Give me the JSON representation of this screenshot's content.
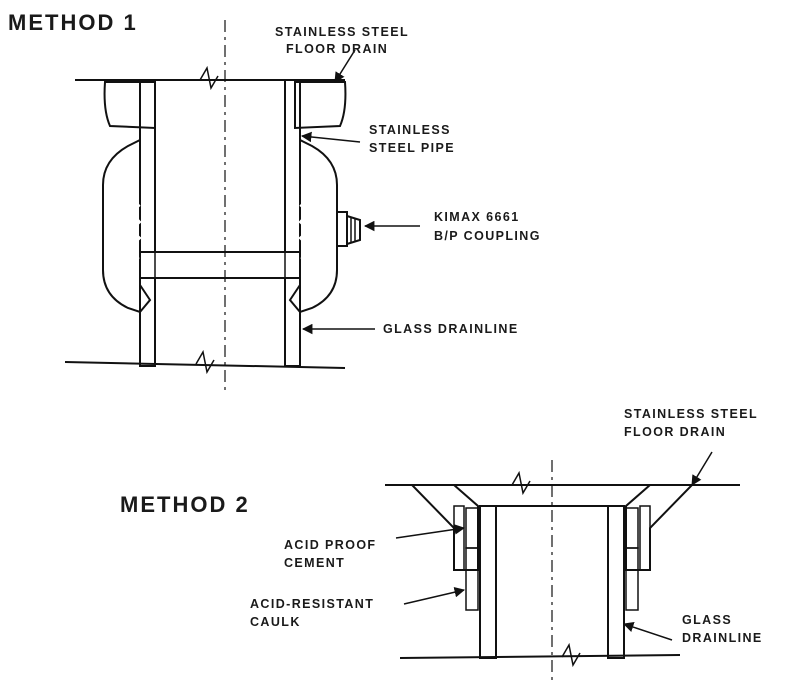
{
  "method1": {
    "title": "METHOD 1",
    "labels": {
      "floor_drain_1": "STAINLESS STEEL",
      "floor_drain_2": "FLOOR DRAIN",
      "pipe_1": "STAINLESS",
      "pipe_2": "STEEL PIPE",
      "coupling_1": "KIMAX 6661",
      "coupling_2": "B/P COUPLING",
      "drainline": "GLASS DRAINLINE"
    }
  },
  "method2": {
    "title": "METHOD 2",
    "labels": {
      "floor_drain_1": "STAINLESS STEEL",
      "floor_drain_2": "FLOOR DRAIN",
      "cement_1": "ACID PROOF",
      "cement_2": "CEMENT",
      "caulk_1": "ACID-RESISTANT",
      "caulk_2": "CAULK",
      "drainline_1": "GLASS",
      "drainline_2": "DRAINLINE"
    }
  },
  "colors": {
    "ink": "#111111",
    "seal": "#1c1c1c",
    "cement": "#6e6e6e",
    "caulk": "#d2d2d2"
  }
}
